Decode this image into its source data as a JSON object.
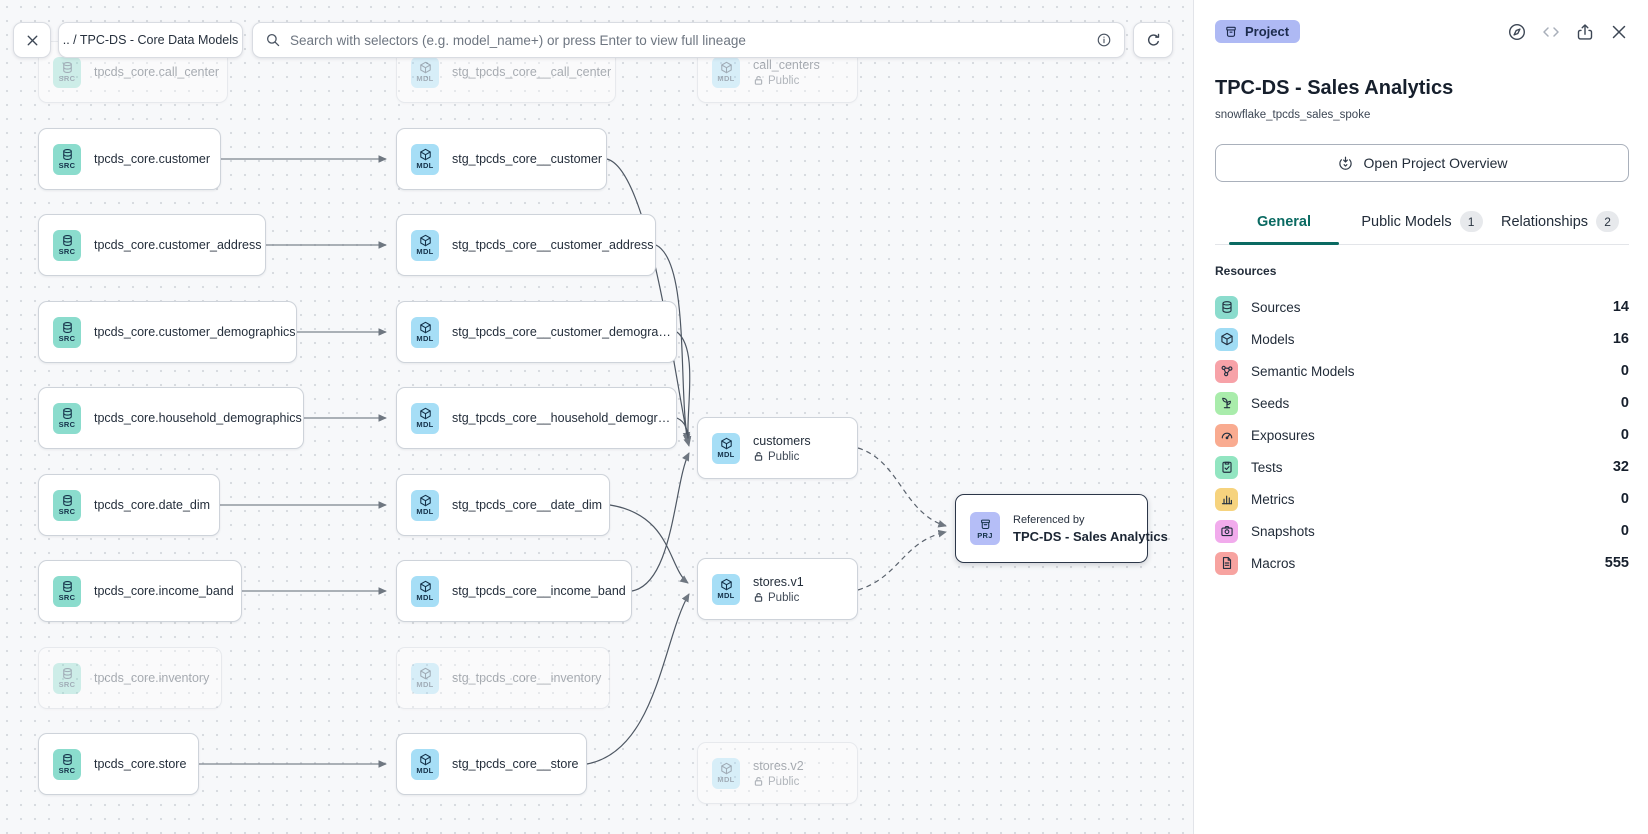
{
  "topbar": {
    "breadcrumb": ".. / TPC-DS - Core Data Models",
    "search_placeholder": "Search with selectors (e.g. model_name+) or press Enter to view full lineage"
  },
  "canvas": {
    "nodes": [
      {
        "id": "src_call_center",
        "type": "SRC",
        "label": "tpcds_core.call_center",
        "faded": true
      },
      {
        "id": "src_customer",
        "type": "SRC",
        "label": "tpcds_core.customer"
      },
      {
        "id": "src_customer_address",
        "type": "SRC",
        "label": "tpcds_core.customer_address"
      },
      {
        "id": "src_customer_demographics",
        "type": "SRC",
        "label": "tpcds_core.customer_demographics"
      },
      {
        "id": "src_household_demographics",
        "type": "SRC",
        "label": "tpcds_core.household_demographics"
      },
      {
        "id": "src_date_dim",
        "type": "SRC",
        "label": "tpcds_core.date_dim"
      },
      {
        "id": "src_income_band",
        "type": "SRC",
        "label": "tpcds_core.income_band"
      },
      {
        "id": "src_inventory",
        "type": "SRC",
        "label": "tpcds_core.inventory",
        "faded": true
      },
      {
        "id": "src_store",
        "type": "SRC",
        "label": "tpcds_core.store"
      },
      {
        "id": "stg_call_center",
        "type": "MDL",
        "label": "stg_tpcds_core__call_center",
        "faded": true
      },
      {
        "id": "stg_customer",
        "type": "MDL",
        "label": "stg_tpcds_core__customer"
      },
      {
        "id": "stg_customer_address",
        "type": "MDL",
        "label": "stg_tpcds_core__customer_address"
      },
      {
        "id": "stg_customer_demographics",
        "type": "MDL",
        "label": "stg_tpcds_core__customer_demogra…"
      },
      {
        "id": "stg_household_demographics",
        "type": "MDL",
        "label": "stg_tpcds_core__household_demogr…"
      },
      {
        "id": "stg_date_dim",
        "type": "MDL",
        "label": "stg_tpcds_core__date_dim"
      },
      {
        "id": "stg_income_band",
        "type": "MDL",
        "label": "stg_tpcds_core__income_band"
      },
      {
        "id": "stg_inventory",
        "type": "MDL",
        "label": "stg_tpcds_core__inventory",
        "faded": true
      },
      {
        "id": "stg_store",
        "type": "MDL",
        "label": "stg_tpcds_core__store"
      },
      {
        "id": "mdl_call_centers",
        "type": "MDL",
        "label": "call_centers",
        "sublabel": "Public",
        "faded": true
      },
      {
        "id": "mdl_customers",
        "type": "MDL",
        "label": "customers",
        "sublabel": "Public"
      },
      {
        "id": "mdl_stores_v1",
        "type": "MDL",
        "label": "stores.v1",
        "sublabel": "Public"
      },
      {
        "id": "mdl_stores_v2",
        "type": "MDL",
        "label": "stores.v2",
        "sublabel": "Public",
        "faded": true
      },
      {
        "id": "prj_sales",
        "type": "PRJ",
        "label": "Referenced by",
        "label2": "TPC-DS - Sales Analytics"
      }
    ]
  },
  "panel": {
    "badge_label": "Project",
    "title": "TPC-DS - Sales Analytics",
    "subtitle": "snowflake_tpcds_sales_spoke",
    "overview_button_label": "Open Project Overview",
    "tabs": [
      {
        "label": "General",
        "active": true
      },
      {
        "label": "Public Models",
        "badge": "1"
      },
      {
        "label": "Relationships",
        "badge": "2"
      }
    ],
    "resources_heading": "Resources",
    "resources": [
      {
        "name": "Sources",
        "count": "14",
        "icon": "database-icon",
        "color": "#8bdccd"
      },
      {
        "name": "Models",
        "count": "16",
        "icon": "cube-icon",
        "color": "#a0dcf4"
      },
      {
        "name": "Semantic Models",
        "count": "0",
        "icon": "semantic-graph-icon",
        "color": "#f7a2a8"
      },
      {
        "name": "Seeds",
        "count": "0",
        "icon": "seedling-icon",
        "color": "#a9ecab"
      },
      {
        "name": "Exposures",
        "count": "0",
        "icon": "gauge-icon",
        "color": "#f9ab90"
      },
      {
        "name": "Tests",
        "count": "32",
        "icon": "clipboard-check-icon",
        "color": "#92e5c1"
      },
      {
        "name": "Metrics",
        "count": "0",
        "icon": "bar-chart-icon",
        "color": "#f6d37e"
      },
      {
        "name": "Snapshots",
        "count": "0",
        "icon": "camera-icon",
        "color": "#f1abec"
      },
      {
        "name": "Macros",
        "count": "555",
        "icon": "macro-file-icon",
        "color": "#f7a3a0"
      }
    ],
    "accent_teal": "#0a6a62",
    "badge_bg": "#aeb9f4"
  }
}
